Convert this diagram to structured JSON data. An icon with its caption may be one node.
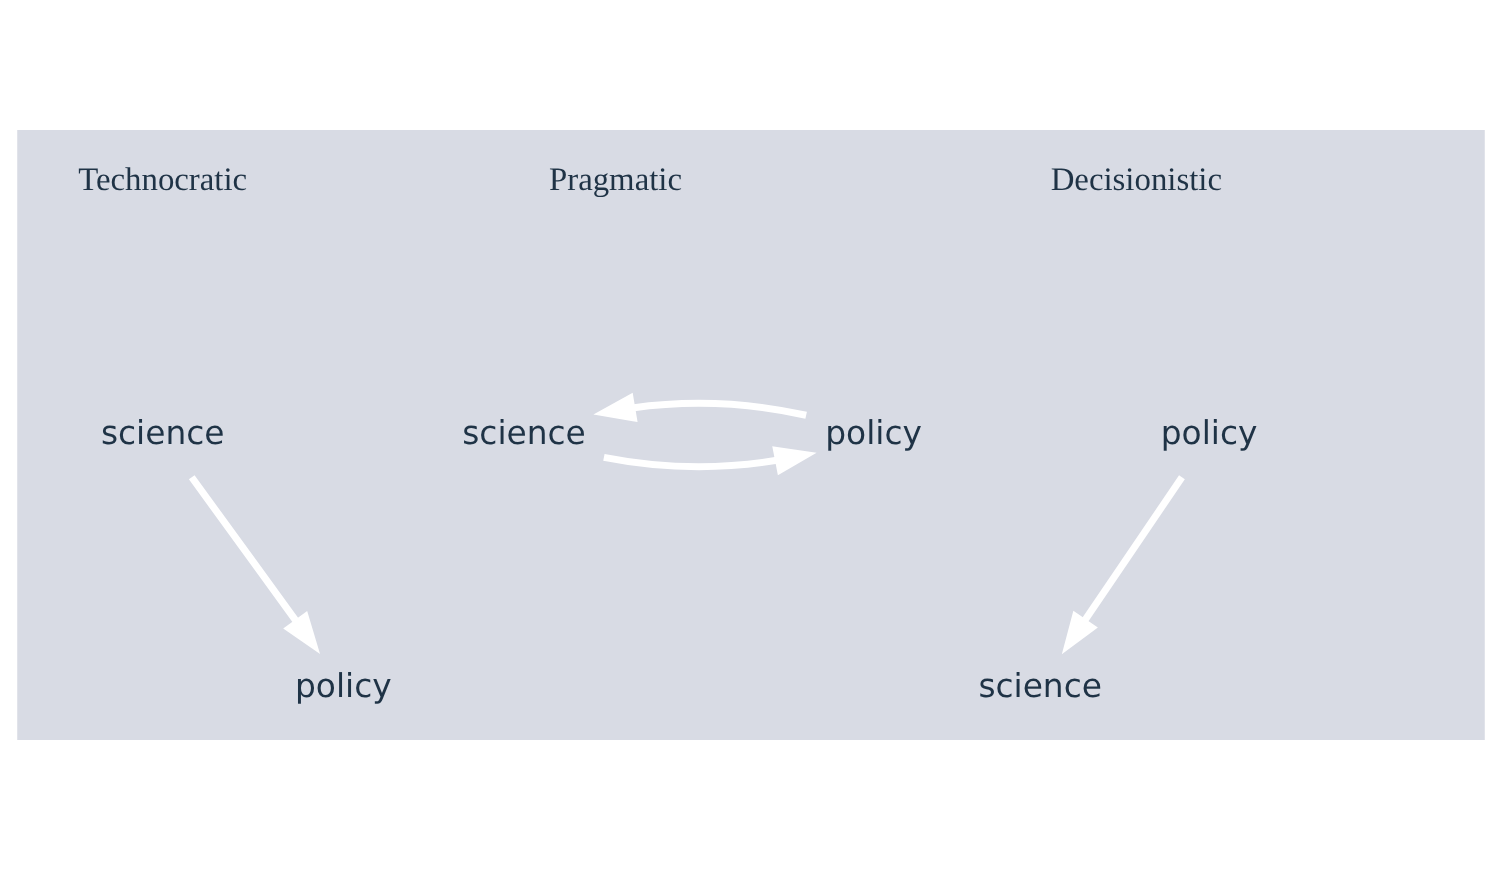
{
  "diagram": {
    "nodes": [
      {
        "text": [
          "science"
        ]
      },
      {
        "text": [
          "policy"
        ]
      },
      {
        "text": [
          "science"
        ]
      },
      {
        "text": [
          "policy"
        ]
      },
      {
        "text": [
          "policy"
        ]
      },
      {
        "text": [
          "science"
        ]
      }
    ],
    "edges": [
      {
        "from": 0,
        "to": 1,
        "arrow": "to"
      },
      {
        "from": 2,
        "to": 3,
        "arrow": "to"
      },
      {
        "from": 3,
        "to": 2,
        "arrow": "to"
      },
      {
        "from": 4,
        "to": 5,
        "arrow": "to"
      }
    ],
    "labels": [
      "Technocratic",
      "Pragmatic",
      "Decisionistic"
    ]
  }
}
